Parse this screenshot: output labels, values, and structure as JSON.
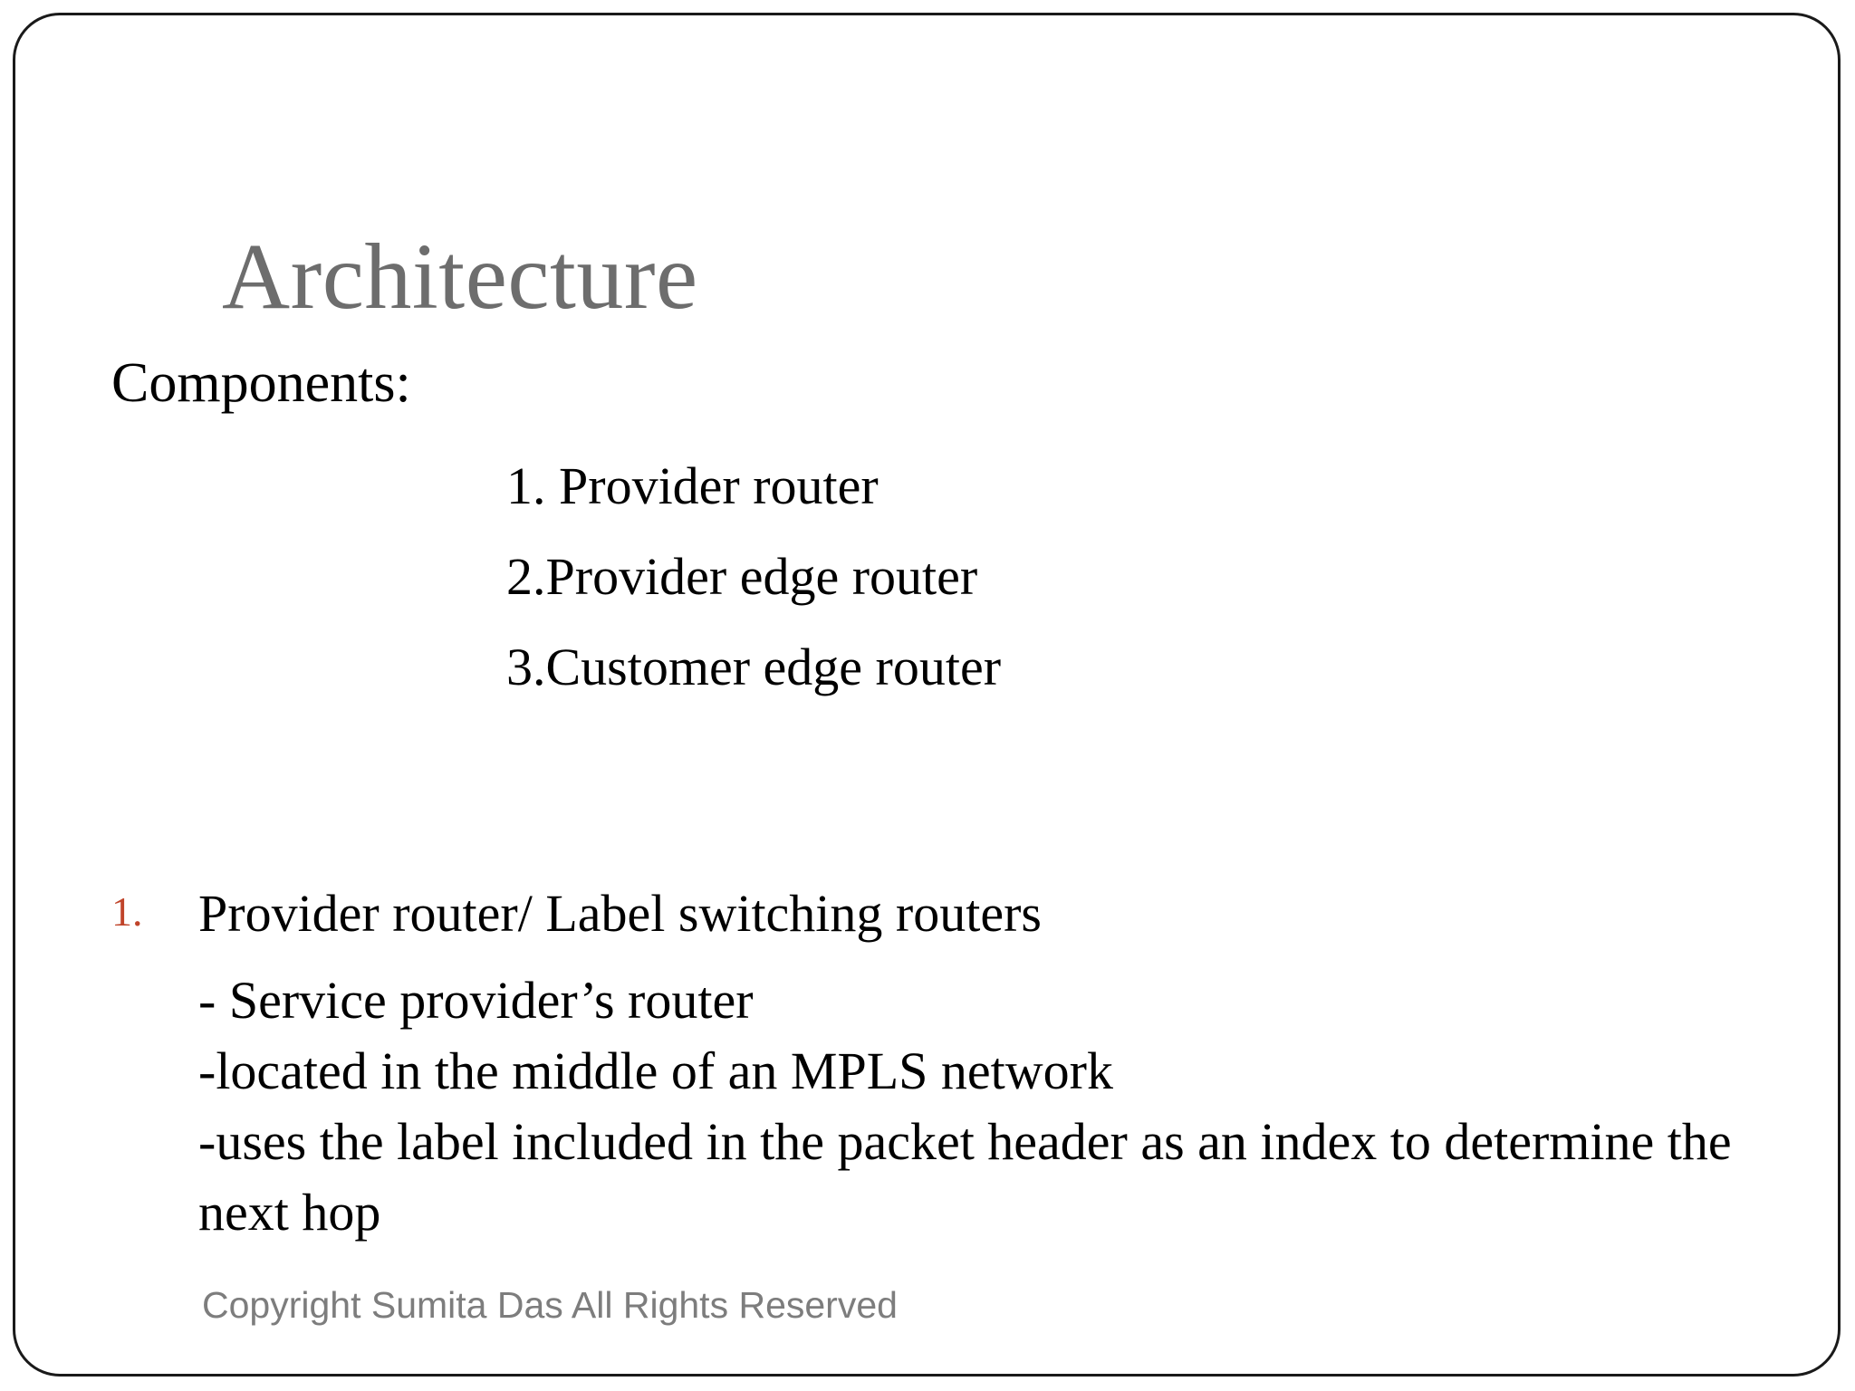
{
  "slide": {
    "title": "Architecture",
    "title_color": "#6d6d6d",
    "border_color": "#1a1a1a",
    "background_color": "#ffffff",
    "body_text_color": "#000000",
    "marker_color": "#c0442a",
    "footer_color": "#7d7d7d"
  },
  "body": {
    "lead_label": "Components:",
    "components": [
      "1. Provider router",
      "2.Provider edge router",
      "3.Customer edge router"
    ],
    "detail": {
      "marker": "1.",
      "heading": "Provider router/ Label switching routers",
      "lines": [
        "- Service provider’s router",
        "-located in the middle of an MPLS network",
        "-uses the label included in the packet header as an index to determine the next hop"
      ]
    }
  },
  "footer": {
    "copyright": "Copyright Sumita Das All Rights Reserved"
  }
}
